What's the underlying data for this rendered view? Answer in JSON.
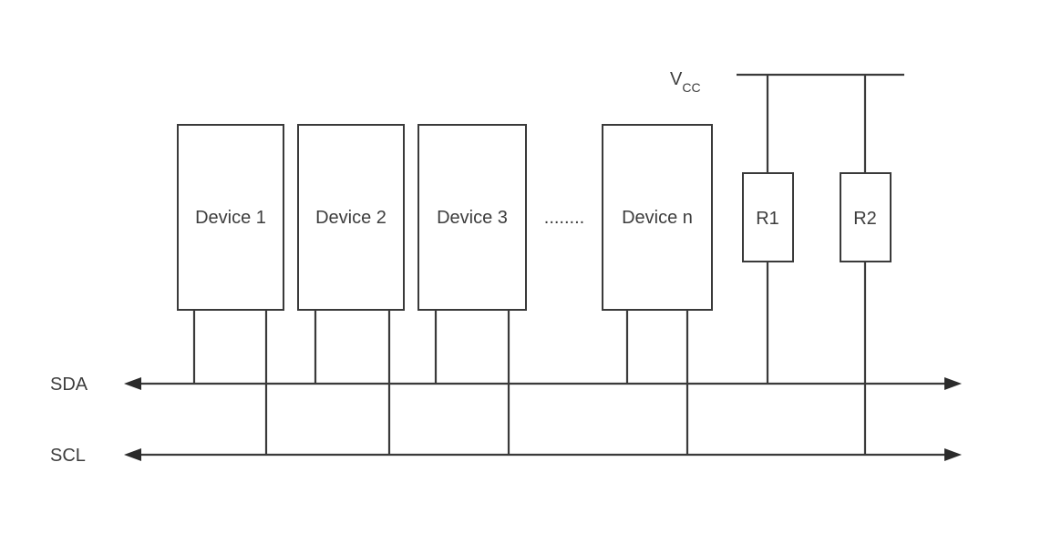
{
  "devices": [
    {
      "label": "Device 1"
    },
    {
      "label": "Device 2"
    },
    {
      "label": "Device 3"
    },
    {
      "label": "Device n"
    }
  ],
  "ellipsis": "........",
  "resistors": [
    {
      "label": "R1"
    },
    {
      "label": "R2"
    }
  ],
  "supply": {
    "main": "V",
    "sub": "CC"
  },
  "buses": {
    "sda": "SDA",
    "scl": "SCL"
  },
  "colors": {
    "line": "#3a3a3a",
    "text": "#3d3d3d"
  }
}
